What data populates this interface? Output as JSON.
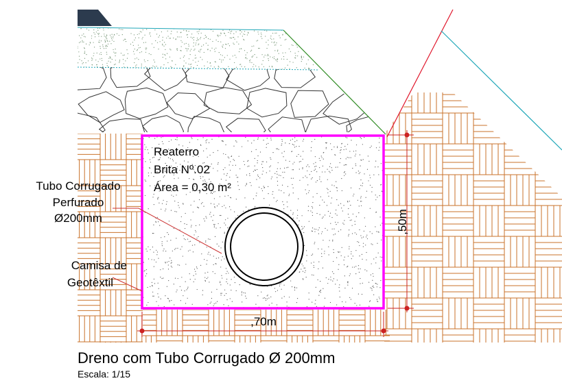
{
  "labels": {
    "fill_name": "Reaterro",
    "fill_material": "Brita Nº.02",
    "fill_area": "Área = 0,30 m²",
    "pipe_line1": "Tubo Corrugado",
    "pipe_line2": "Perfurado",
    "pipe_line3": "Ø200mm",
    "geotextile_line1": "Camisa de",
    "geotextile_line2": "Geotêxtil"
  },
  "dimensions": {
    "height": ",50m",
    "width": ",70m"
  },
  "title": "Dreno com Tubo Corrugado Ø 200mm",
  "scale": "Escala: 1/15",
  "colors": {
    "outline": "#ff00ff",
    "hatch": "#c9722a",
    "dimension": "#cc2222",
    "slope_green": "#2e8b22",
    "slope_red": "#e0152a",
    "slope_cyan": "#1fa7b8",
    "leader": "#cc3333",
    "stone_outline": "#333333",
    "gravel_dots": "#6e8f6e",
    "fill_dots": "#555555"
  },
  "icons": {
    "top_left_marker": "dark-trapezoid-marker"
  }
}
